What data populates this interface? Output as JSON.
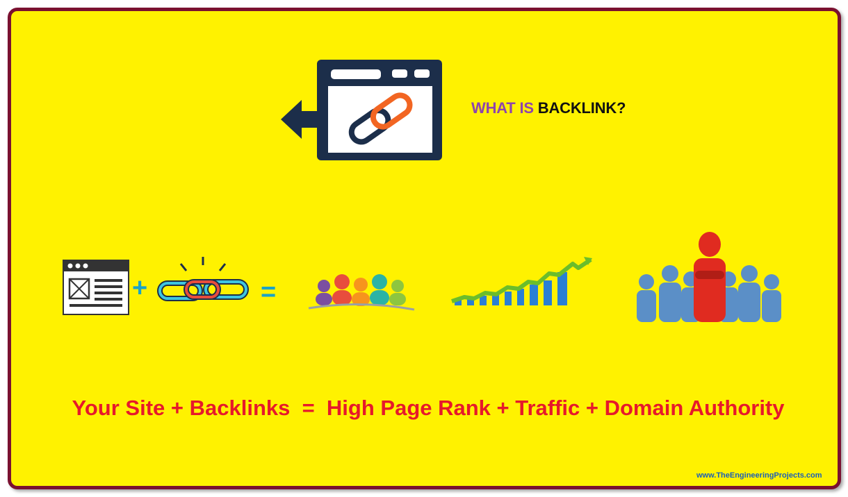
{
  "header": {
    "title_part1": "WHAT IS",
    "title_part2": "BACKLINK?"
  },
  "equation": {
    "plus_symbol": "+",
    "equals_symbol": "=",
    "tagline": "Your Site + Backlinks  =  High Page Rank + Traffic + Domain Authority"
  },
  "footer": {
    "website": "www.TheEngineeringProjects.com"
  },
  "icons": [
    "browser-link-icon",
    "website-page-icon",
    "chain-link-icon",
    "people-group-icon",
    "growth-chart-icon",
    "leader-crowd-icon"
  ],
  "colors": {
    "background": "#fff200",
    "border": "#7a1030",
    "title_accent": "#8e44ad",
    "tagline": "#e6192b",
    "footer_link": "#1b5fb8",
    "operator": "#1aa3c7",
    "icon_navy": "#1c2e4a",
    "icon_orange": "#f26522"
  }
}
